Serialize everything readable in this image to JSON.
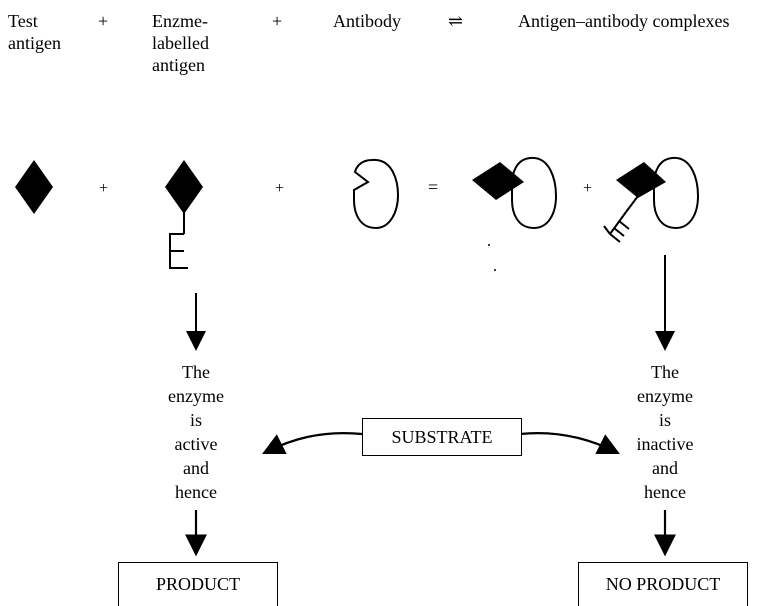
{
  "equation": {
    "term1": [
      "Test",
      "antigen"
    ],
    "plus1": "+",
    "term2": [
      "Enzme-",
      "labelled",
      "antigen"
    ],
    "plus2": "+",
    "term3": "Antibody",
    "equilibrium": "⇌",
    "term4": "Antigen–antibody complexes"
  },
  "symbols": {
    "plus_a": "+",
    "plus_b": "+",
    "equals": "=",
    "plus_c": "+"
  },
  "left_branch": {
    "text": [
      "The",
      "enzyme",
      "is",
      "active",
      "and",
      "hence"
    ],
    "result": "PRODUCT"
  },
  "right_branch": {
    "text": [
      "The",
      "enzyme",
      "is",
      "inactive",
      "and",
      "hence"
    ],
    "result": "NO PRODUCT"
  },
  "substrate": "SUBSTRATE"
}
